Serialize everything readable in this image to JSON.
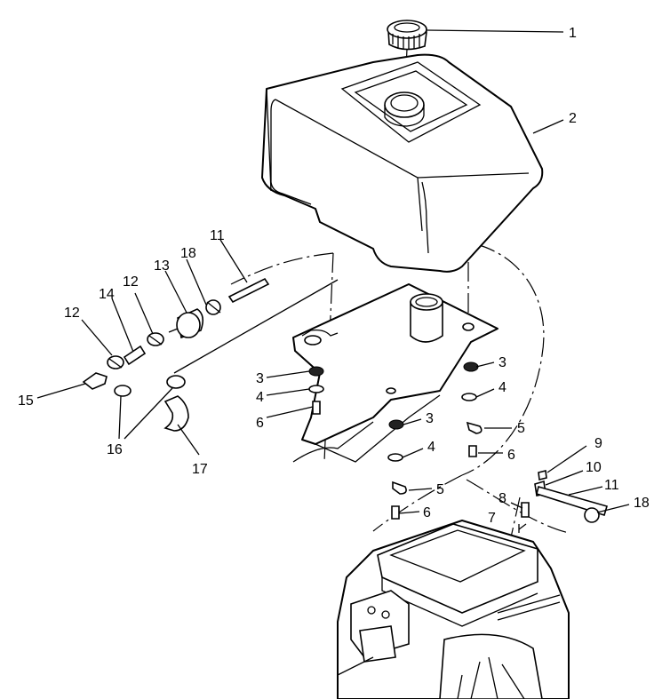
{
  "callouts": {
    "c1": "1",
    "c2": "2",
    "c3a": "3",
    "c3b": "3",
    "c3c": "3",
    "c4a": "4",
    "c4b": "4",
    "c4c": "4",
    "c5a": "5",
    "c5b": "5",
    "c6a": "6",
    "c6b": "6",
    "c6c": "6",
    "c7": "7",
    "c8": "8",
    "c9": "9",
    "c10": "10",
    "c11a": "11",
    "c11b": "11",
    "c12a": "12",
    "c12b": "12",
    "c13": "13",
    "c14": "14",
    "c15": "15",
    "c16": "16",
    "c17": "17",
    "c18a": "18",
    "c18b": "18"
  }
}
